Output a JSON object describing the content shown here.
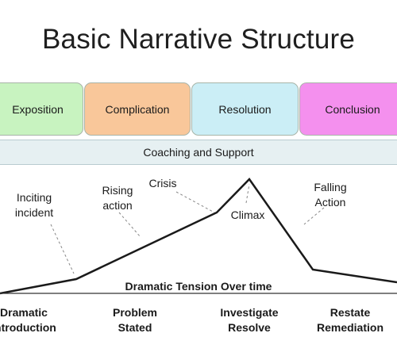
{
  "title": "Basic Narrative Structure",
  "stages": [
    {
      "label": "Exposition",
      "color": "#c8f3c0"
    },
    {
      "label": "Complication",
      "color": "#f9c79a"
    },
    {
      "label": "Resolution",
      "color": "#cbeef6"
    },
    {
      "label": "Conclusion",
      "color": "#f490ee"
    }
  ],
  "support_bar": {
    "label": "Coaching and Support",
    "color": "#e6f0f2"
  },
  "plot_labels": {
    "inciting": "Inciting\nincident",
    "rising": "Rising\naction",
    "crisis": "Crisis",
    "climax": "Climax",
    "falling": "Falling\nAction"
  },
  "axis_title": "Dramatic Tension Over time",
  "phases": [
    {
      "label": "Dramatic\nIntroduction"
    },
    {
      "label": "Problem\nStated"
    },
    {
      "label": "Investigate\nResolve"
    },
    {
      "label": "Restate\nRemediation"
    }
  ]
}
